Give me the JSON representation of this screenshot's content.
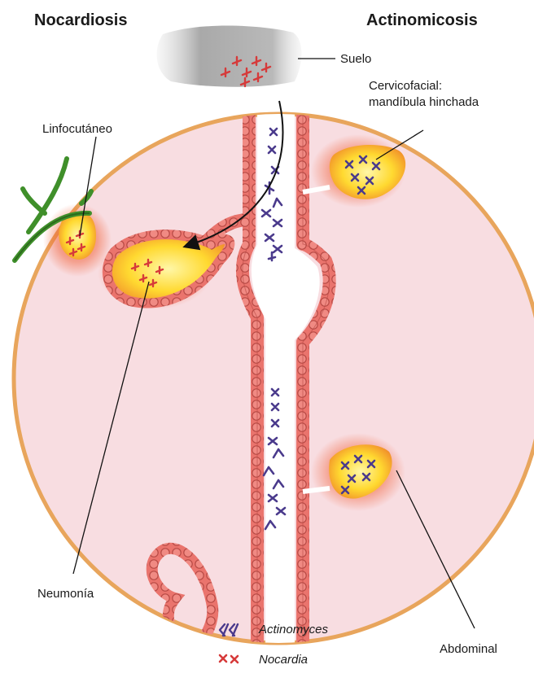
{
  "headings": {
    "left": "Nocardiosis",
    "right": "Actinomicosis"
  },
  "labels": {
    "soil": "Suelo",
    "cervicofacial_line1": "Cervicofacial:",
    "cervicofacial_line2": "mandíbula hinchada",
    "lymphocutaneous": "Linfocutáneo",
    "pneumonia": "Neumonía",
    "abdominal": "Abdominal"
  },
  "legend": [
    {
      "label": "Actinomyces",
      "symbol": "actinomyces-symbol-icon",
      "color": "#4a3a8c"
    },
    {
      "label": "Nocardia",
      "symbol": "nocardia-symbol-icon",
      "color": "#d63a3a"
    }
  ],
  "colors": {
    "body_fill": "#f8dde1",
    "body_outline": "#e8a55c",
    "epithelium": "#e9706a",
    "epithelium_dark": "#b84a45",
    "lesion_core": "#ffe34d",
    "lesion_glow": "#f0582d",
    "actinomyces": "#4a3a8c",
    "nocardia": "#d63a3a",
    "plant": "#3f8f2a",
    "soil": "#b8b8b8"
  }
}
